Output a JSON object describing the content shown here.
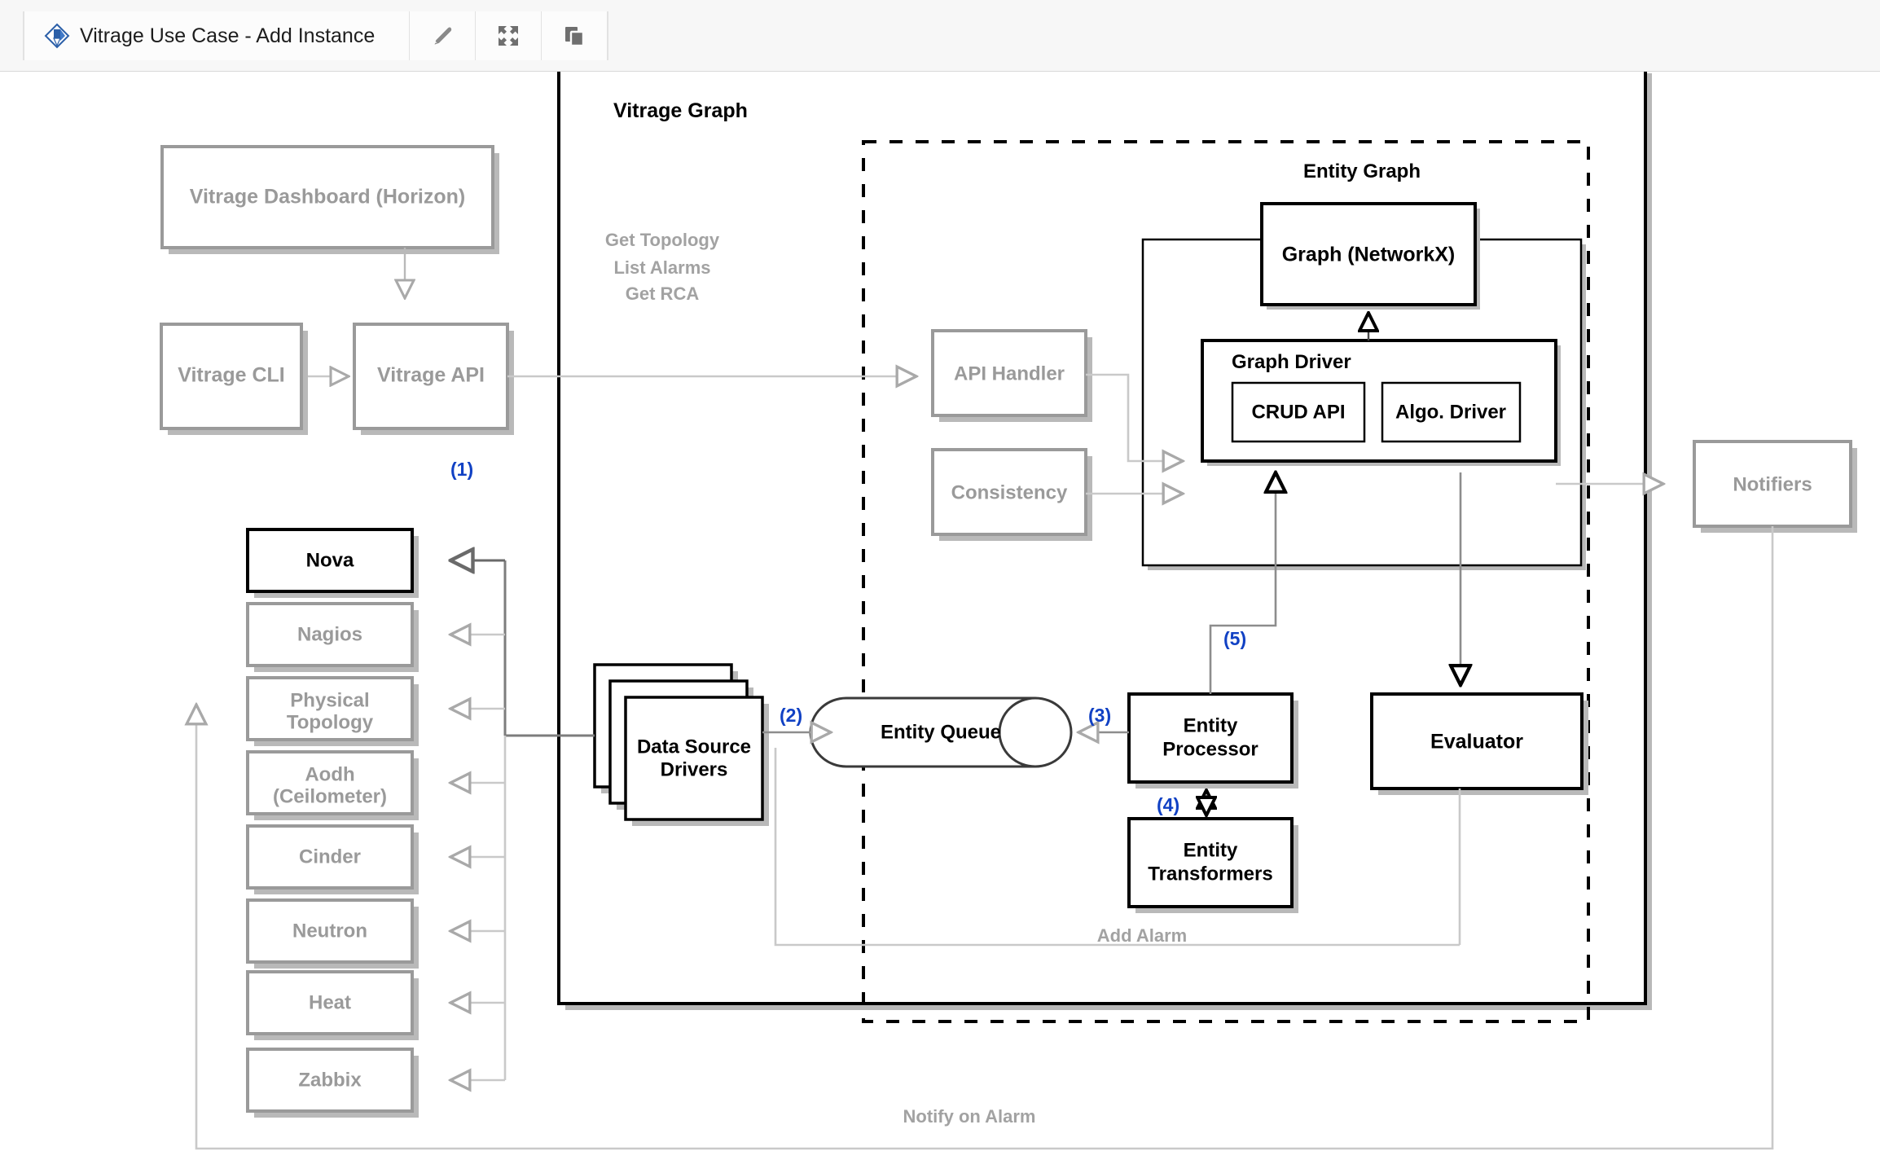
{
  "toolbar": {
    "title": "Vitrage Use Case - Add Instance",
    "logo_name": "vitrage-logo",
    "buttons": [
      {
        "name": "edit-icon",
        "label": "Edit"
      },
      {
        "name": "fullscreen-icon",
        "label": "Fullscreen"
      },
      {
        "name": "copy-icon",
        "label": "Copy"
      }
    ]
  },
  "diagram": {
    "title": "Vitrage Use Case - Add Instance",
    "containers": {
      "vitrage_graph": "Vitrage Graph",
      "entity_graph": "Entity Graph",
      "graph_driver": "Graph Driver"
    },
    "nodes": {
      "dashboard": "Vitrage Dashboard (Horizon)",
      "cli": "Vitrage CLI",
      "api": "Vitrage API",
      "api_handler": "API Handler",
      "consistency": "Consistency",
      "graph_networkx": "Graph (NetworkX)",
      "crud_api": "CRUD API",
      "algo_driver": "Algo. Driver",
      "notifiers": "Notifiers",
      "data_source_drivers_l1": "Data Source",
      "data_source_drivers_l2": "Drivers",
      "entity_queue": "Entity Queue",
      "entity_processor_l1": "Entity",
      "entity_processor_l2": "Processor",
      "entity_transformers_l1": "Entity",
      "entity_transformers_l2": "Transformers",
      "evaluator": "Evaluator"
    },
    "datasources": [
      {
        "name": "nova",
        "label": "Nova",
        "highlighted": true
      },
      {
        "name": "nagios",
        "label": "Nagios",
        "highlighted": false
      },
      {
        "name": "physical-topology",
        "label_1": "Physical",
        "label_2": "Topology",
        "highlighted": false
      },
      {
        "name": "aodh",
        "label_1": "Aodh",
        "label_2": "(Ceilometer)",
        "highlighted": false
      },
      {
        "name": "cinder",
        "label": "Cinder",
        "highlighted": false
      },
      {
        "name": "neutron",
        "label": "Neutron",
        "highlighted": false
      },
      {
        "name": "heat",
        "label": "Heat",
        "highlighted": false
      },
      {
        "name": "zabbix",
        "label": "Zabbix",
        "highlighted": false
      }
    ],
    "edge_labels": {
      "get_topology": "Get Topology",
      "list_alarms": "List Alarms",
      "get_rca": "Get RCA",
      "add_alarm": "Add Alarm",
      "notify_on_alarm": "Notify on Alarm"
    },
    "step_markers": [
      {
        "name": "step-1",
        "label": "(1)"
      },
      {
        "name": "step-2",
        "label": "(2)"
      },
      {
        "name": "step-3",
        "label": "(3)"
      },
      {
        "name": "step-4",
        "label": "(4)"
      },
      {
        "name": "step-5",
        "label": "(5)"
      }
    ],
    "colors": {
      "grey_stroke": "#9a9a9a",
      "black_stroke": "#000000",
      "blue_accent": "#1141c4",
      "shadow": "#b4b4b4",
      "light_line": "#c9c9c9"
    }
  }
}
